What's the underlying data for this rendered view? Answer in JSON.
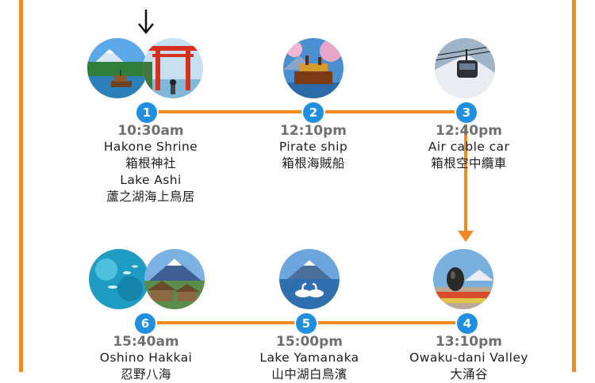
{
  "stops": [
    {
      "number": "1",
      "time": "10:30am",
      "lines": [
        "Hakone Shrine",
        "箱根神社",
        "Lake Ashi",
        "蘆之湖海上鳥居"
      ]
    },
    {
      "number": "2",
      "time": "12:10pm",
      "lines": [
        "Pirate ship",
        "箱根海賊船"
      ]
    },
    {
      "number": "3",
      "time": "12:40pm",
      "lines": [
        "Air cable car",
        "箱根空中纜車"
      ]
    },
    {
      "number": "4",
      "time": "13:10pm",
      "lines": [
        "Owaku-dani Valley",
        "大涌谷"
      ]
    },
    {
      "number": "5",
      "time": "15:00pm",
      "lines": [
        "Lake Yamanaka",
        "山中湖白鳥濱"
      ]
    },
    {
      "number": "6",
      "time": "15:40am",
      "lines": [
        "Oshino Hakkai",
        "忍野八海"
      ]
    }
  ],
  "colors": {
    "frame": "#f28a1f",
    "connector": "#f28a1f",
    "badge": "#1f8fe0",
    "time_text": "#6f6f6f",
    "body_text": "#1d1d1d"
  },
  "icons": {
    "start": "down-arrow-icon",
    "flow": "orange-down-arrow-icon"
  }
}
